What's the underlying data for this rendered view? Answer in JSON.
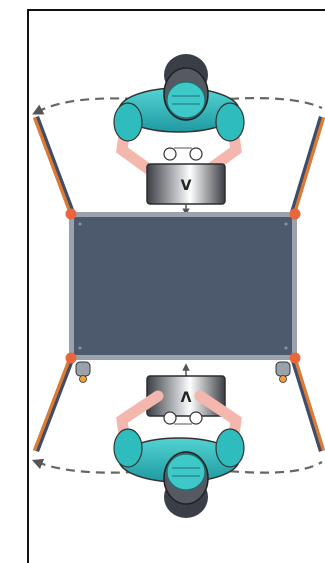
{
  "diagram": {
    "kind": "two-operator-workstation-top-view",
    "operators": [
      {
        "position": "top",
        "facing": "down",
        "monitor_label": "V"
      },
      {
        "position": "bottom",
        "facing": "up",
        "monitor_label": "Λ"
      }
    ],
    "swing_panels": [
      {
        "side": "left",
        "end": "top"
      },
      {
        "side": "right",
        "end": "top"
      },
      {
        "side": "left",
        "end": "bottom"
      },
      {
        "side": "right",
        "end": "bottom"
      }
    ],
    "colors": {
      "frame": "#111111",
      "table_top": "#4d5a6d",
      "table_edge": "#9aa3ad",
      "corner_joint": "#e8663c",
      "scrub": "#2fbcbc",
      "scrub_dark": "#1e8f97",
      "cap": "#3a3f47",
      "skin_arm": "#f3b7ae",
      "monitor": "#5b5f65",
      "arc_dash": "#666666",
      "panel_edge": "#e07a2e",
      "panel_body": "#3f4d6b"
    }
  }
}
